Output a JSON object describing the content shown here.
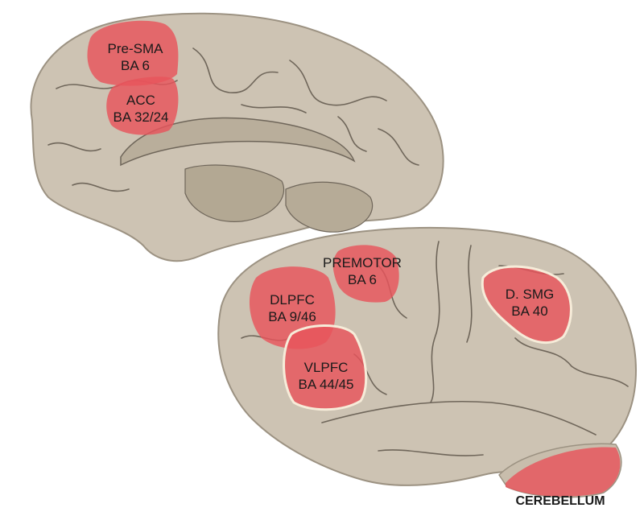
{
  "colors": {
    "brain_tissue": "#cdc3b3",
    "brain_shadow": "#9c9282",
    "sulcus": "#6f665a",
    "region_fill": "#e8545b",
    "region_border": "#f6ecd9"
  },
  "regions": [
    {
      "id": "pre-sma",
      "lines": [
        "Pre-SMA",
        "BA 6"
      ]
    },
    {
      "id": "acc",
      "lines": [
        "ACC",
        "BA 32/24"
      ]
    },
    {
      "id": "premotor",
      "lines": [
        "PREMOTOR",
        "BA 6"
      ]
    },
    {
      "id": "dlpfc",
      "lines": [
        "DLPFC",
        "BA 9/46"
      ]
    },
    {
      "id": "vlpfc",
      "lines": [
        "VLPFC",
        "BA 44/45"
      ]
    },
    {
      "id": "dsmg",
      "lines": [
        "D. SMG",
        "BA 40"
      ]
    },
    {
      "id": "cerebellum",
      "lines": [
        "CEREBELLUM"
      ]
    }
  ]
}
